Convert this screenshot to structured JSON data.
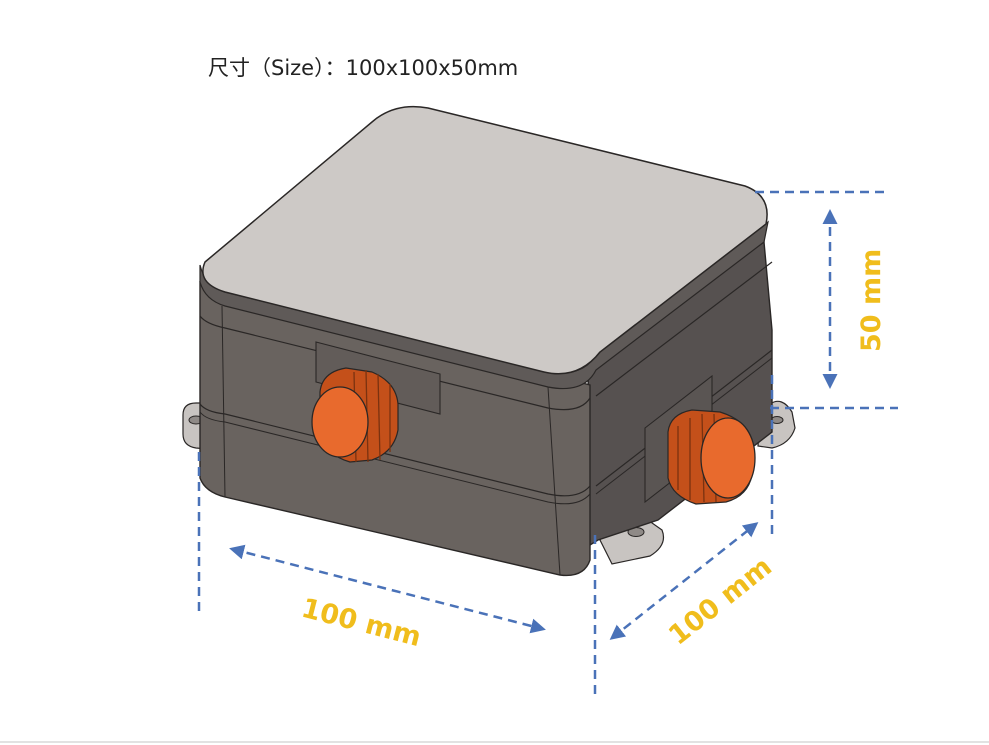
{
  "caption": {
    "text": "尺寸（Size）：100x100x50mm"
  },
  "dimensions": {
    "height_label": "50 mm",
    "width_label": "100 mm",
    "depth_label": "100 mm"
  },
  "colors": {
    "dimension_line": "#4a72b8",
    "dimension_text": "#f0bd1c",
    "lid_top": "#cdc9c6",
    "body_dark": "#5f5a58",
    "body_front": "#69635f",
    "body_side": "#565150",
    "edge": "#2a2726",
    "knob_orange": "#e86a2d",
    "knob_orange_dark": "#c4501a",
    "mount_tab": "#c8c4c1"
  }
}
